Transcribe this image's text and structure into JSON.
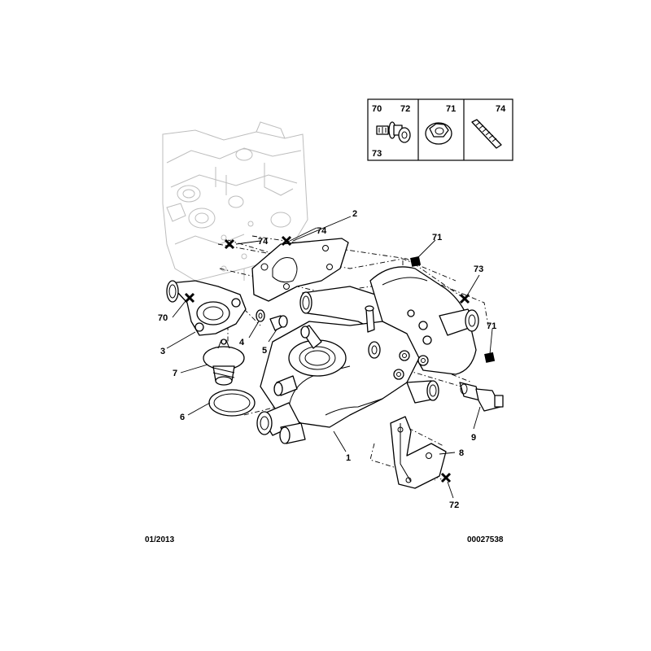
{
  "legend_box": {
    "cells": [
      {
        "codes": [
          "70",
          "72",
          "73"
        ]
      },
      {
        "codes": [
          "71"
        ]
      },
      {
        "codes": [
          "74"
        ]
      }
    ]
  },
  "callouts": {
    "c1": "1",
    "c2": "2",
    "c3": "3",
    "c4": "4",
    "c5": "5",
    "c6": "6",
    "c7": "7",
    "c8": "8",
    "c9": "9",
    "c70": "70",
    "c71a": "71",
    "c71b": "71",
    "c72": "72",
    "c73": "73",
    "c74a": "74",
    "c74b": "74"
  },
  "footer": {
    "date": "01/2013",
    "reference": "00027538"
  }
}
